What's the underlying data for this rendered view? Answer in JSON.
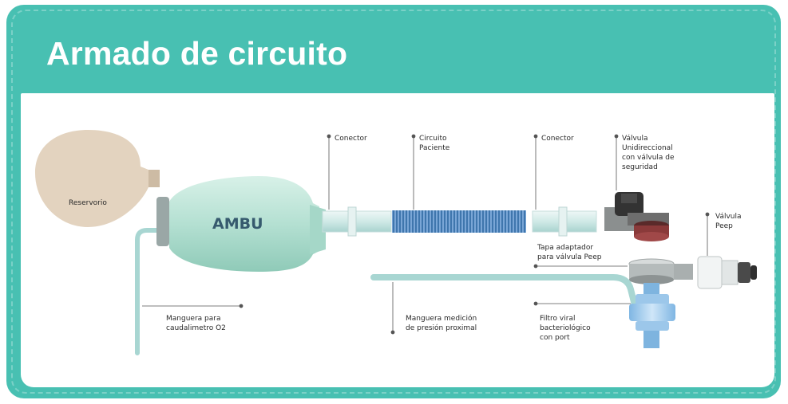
{
  "title": "Armado de circuito",
  "labels": {
    "reservorio": "Reservorio",
    "ambu": "AMBU",
    "conector_1": "Conector",
    "circuito_paciente": [
      "Circuito",
      "Paciente"
    ],
    "conector_2": "Conector",
    "valvula_unidireccional": [
      "Válvula",
      "Unidireccional",
      "con válvula de",
      "seguridad"
    ],
    "valvula_peep": [
      "Válvula",
      "Peep"
    ],
    "tapa_adaptador": [
      "Tapa adaptador",
      "para válvula Peep"
    ],
    "manguera_caudalimetro": [
      "Manguera para",
      "caudalimetro O2"
    ],
    "manguera_medicion": [
      "Manguera medición",
      "de presión proximal"
    ],
    "filtro_viral": [
      "Filtro viral",
      "bacteriológico",
      "con port"
    ]
  },
  "colors": {
    "frame": "#48c0b2",
    "ambu_bag": "#bfe6d8",
    "reservoir": "#e3d3bf",
    "tube": "#aedbd6",
    "corrugated": "#4f86bd",
    "valve_red": "#8a3a3a"
  }
}
